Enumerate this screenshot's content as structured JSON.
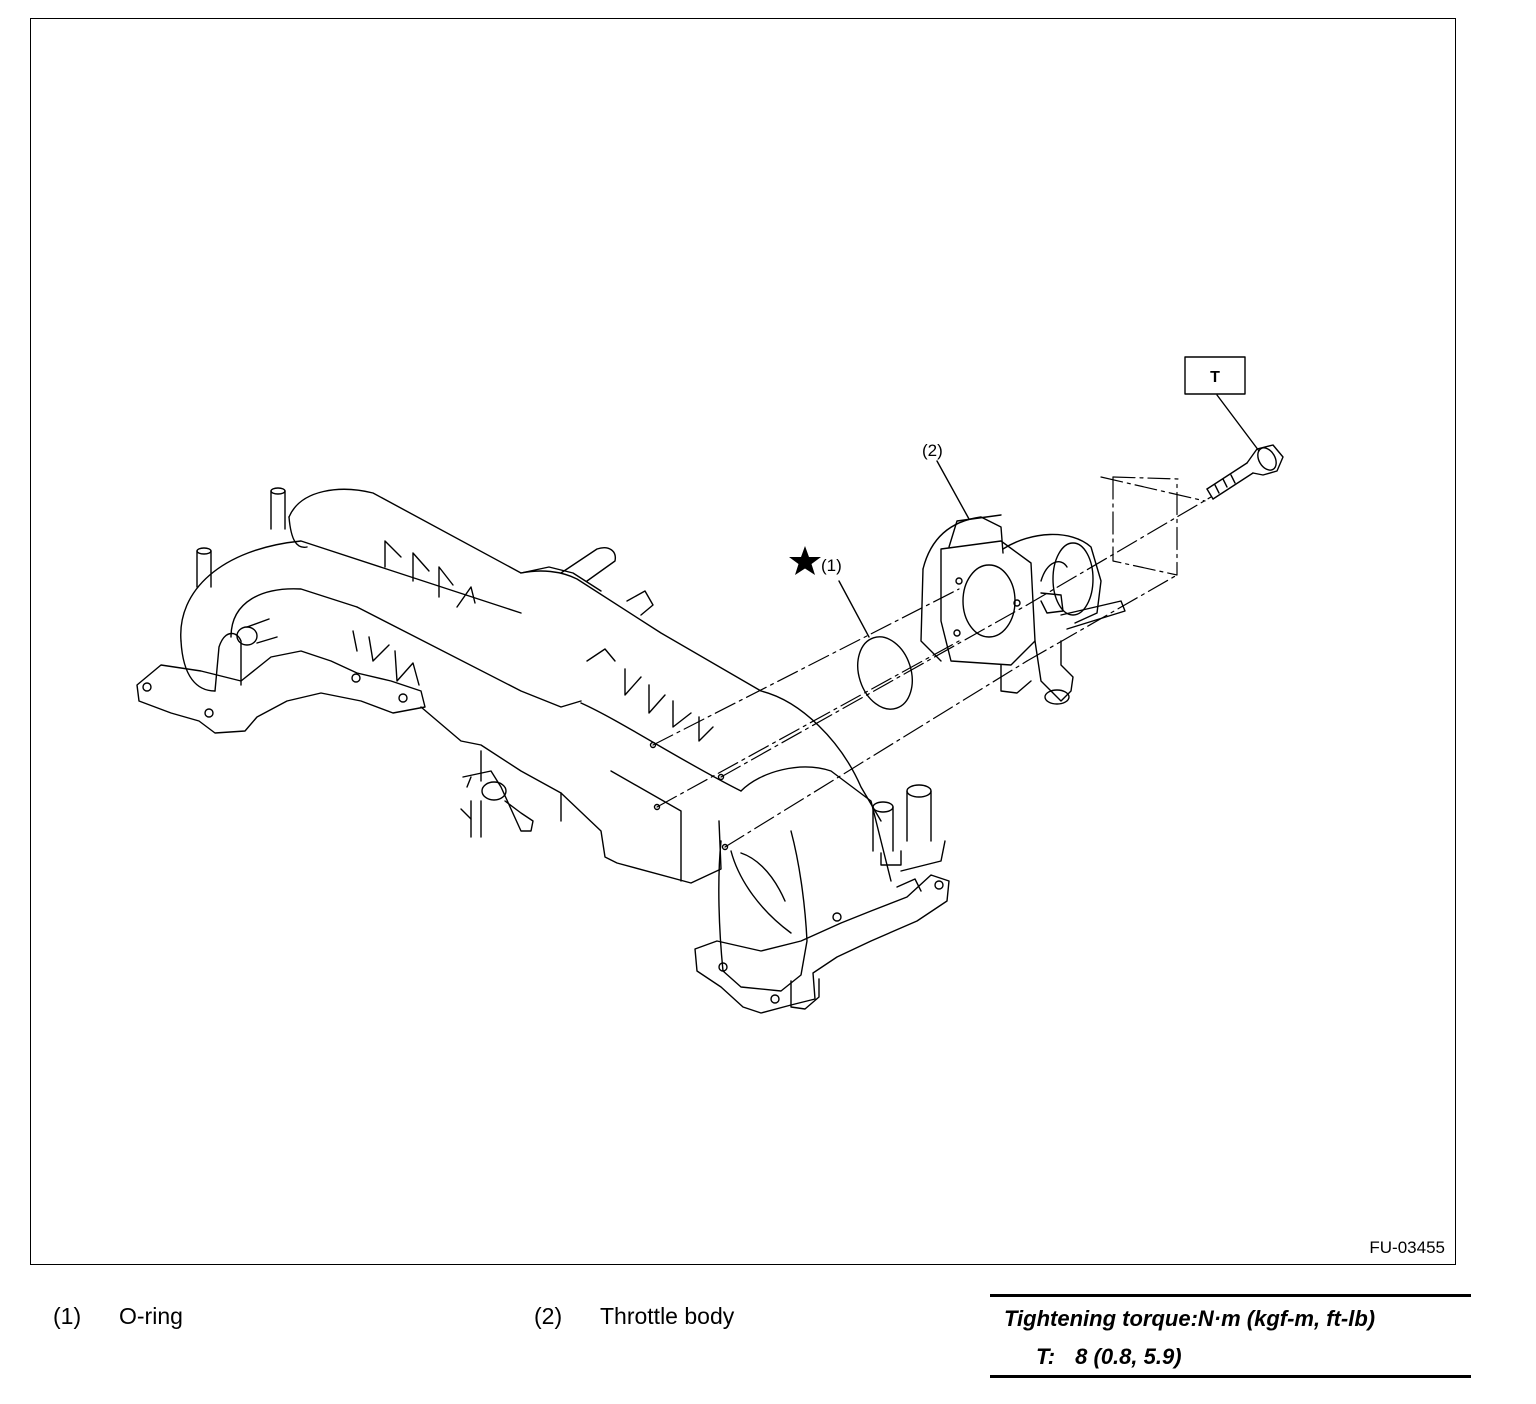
{
  "figure": {
    "callouts": {
      "part1": "(1)",
      "part2": "(2)",
      "torque_tag": "T"
    },
    "figure_id": "FU-03455",
    "star_icon": "star-icon"
  },
  "legend": [
    {
      "num": "(1)",
      "label": "O-ring"
    },
    {
      "num": "(2)",
      "label": "Throttle body"
    }
  ],
  "torque": {
    "title": "Tightening torque:N·m (kgf-m, ft-lb)",
    "label": "T:",
    "value": "8 (0.8, 5.9)"
  }
}
